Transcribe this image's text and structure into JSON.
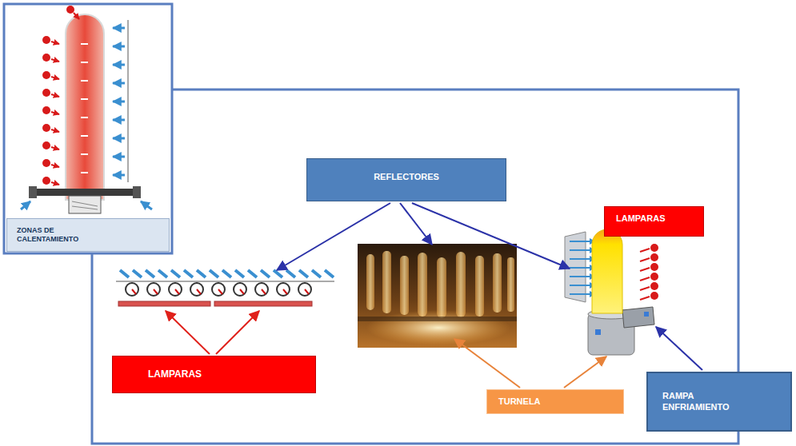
{
  "diagram": {
    "nodes": [
      {
        "text": [
          "ZONAS DE CALENTAMIENTO"
        ]
      },
      {
        "text": [
          "REFLECTORES"
        ]
      },
      {
        "text": [
          "LAMPARAS"
        ]
      },
      {
        "text": [
          "LAMPARAS"
        ]
      },
      {
        "text": [
          "TURNELA"
        ]
      },
      {
        "text": [
          "RAMPA ENFRIAMIENTO"
        ]
      }
    ]
  }
}
